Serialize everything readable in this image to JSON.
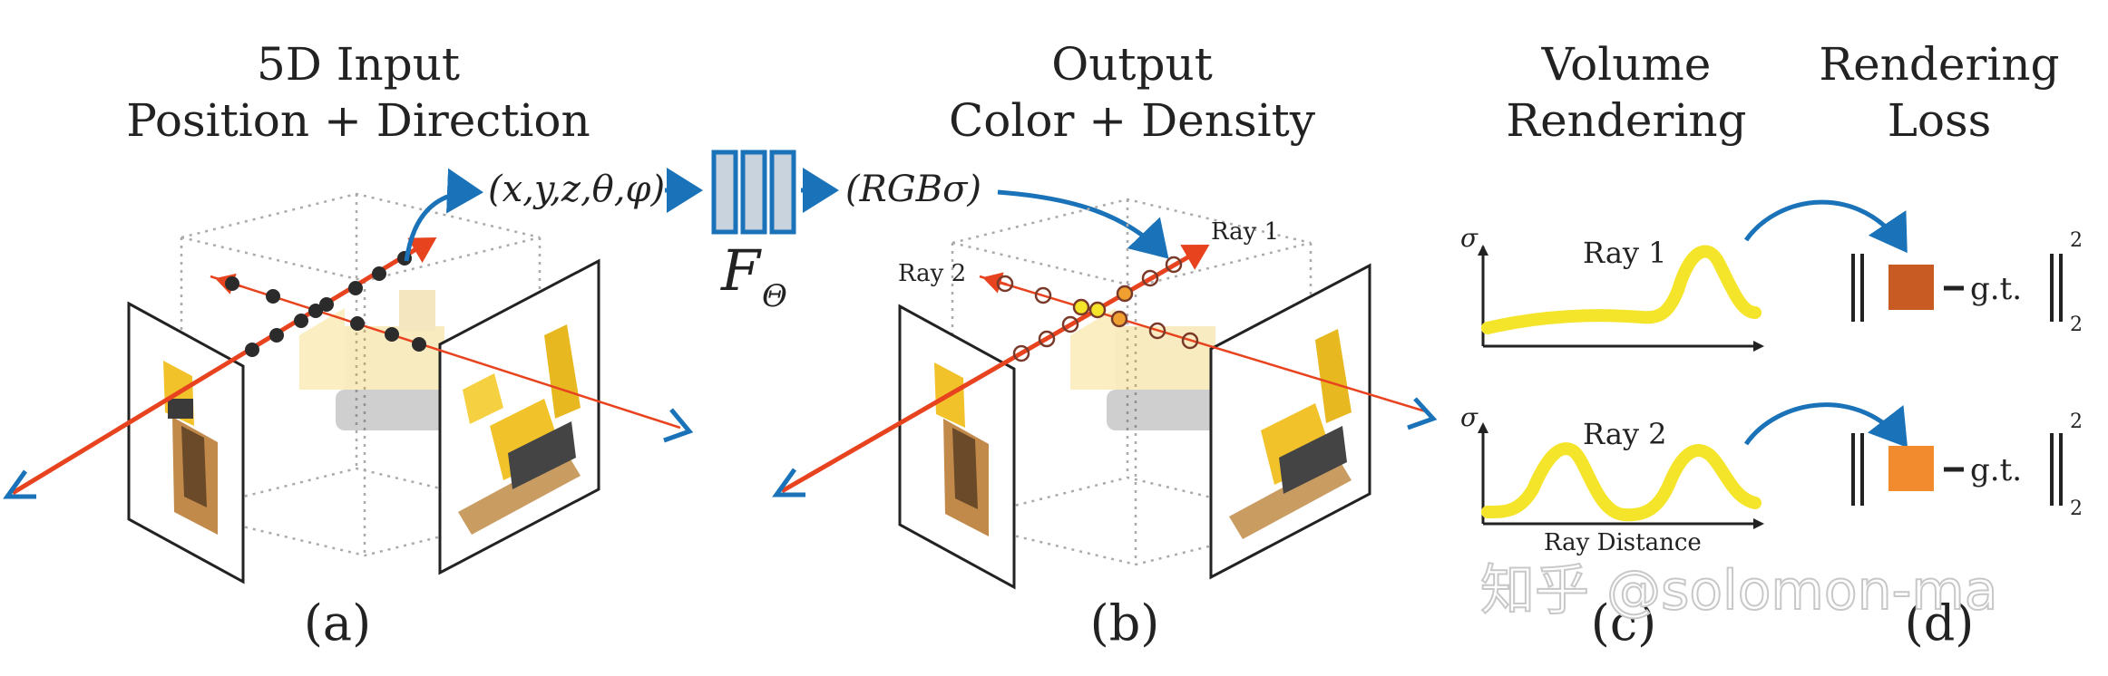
{
  "headings": {
    "input_line1": "5D Input",
    "input_line2": "Position + Direction",
    "output_line1": "Output",
    "output_line2": "Color + Density",
    "volume_line1": "Volume",
    "volume_line2": "Rendering",
    "loss_line1": "Rendering",
    "loss_line2": "Loss"
  },
  "network": {
    "input_tuple": "(x,y,z,θ,φ)",
    "output_tuple": "(RGBσ)",
    "function_symbol": "F",
    "function_subscript": "Θ"
  },
  "rays": {
    "ray1_label": "Ray 1",
    "ray2_label": "Ray 2"
  },
  "plots": {
    "density_symbol": "σ",
    "ray1_title": "Ray 1",
    "ray2_title": "Ray 2",
    "x_axis_label": "Ray Distance"
  },
  "loss": {
    "gt_label": "g.t.",
    "norm_superscript": "2",
    "norm_subscript": "2",
    "ray1_color": "#c85a24",
    "ray2_color": "#f28a2e"
  },
  "panel_labels": {
    "a": "(a)",
    "b": "(b)",
    "c": "(c)",
    "d": "(d)"
  },
  "watermark": "知乎 @solomon-ma",
  "colors": {
    "ray_red": "#e8431f",
    "arrow_blue": "#1a72b8",
    "curve_yellow": "#f5e52a",
    "network_fill": "#c9d3de",
    "network_border": "#1a72b8"
  }
}
